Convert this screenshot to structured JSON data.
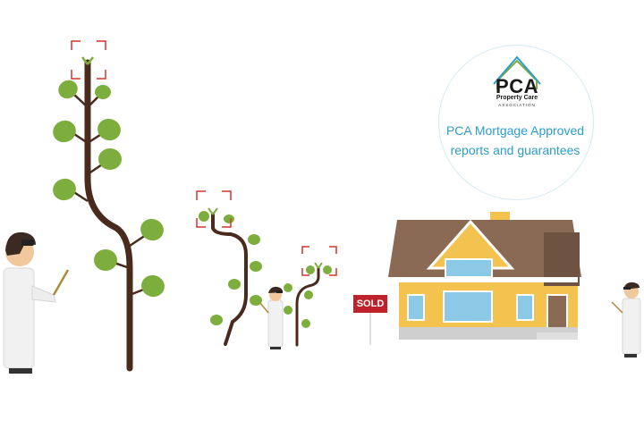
{
  "badge": {
    "logo_text": "PCA",
    "logo_subtitle": "Property Care",
    "logo_subtitle_small": "ASSOCIATION",
    "caption_line1": "PCA Mortgage Approved",
    "caption_line2": "reports and guarantees"
  },
  "sold_sign": {
    "label": "SOLD"
  },
  "colors": {
    "stem": "#4a2a1c",
    "leaf": "#7dae3d",
    "leaf_dark": "#6a9a32",
    "focus_bracket": "#d9332c",
    "accent_blue": "#2d9ccc",
    "house_wall": "#f3c24f",
    "house_roof": "#8b6a55",
    "window": "#8cc9e6",
    "sold_red": "#c0222b"
  },
  "icons": [
    "microscope-bracket-icon",
    "pca-house-logo-icon",
    "pointer-stick-icon"
  ]
}
